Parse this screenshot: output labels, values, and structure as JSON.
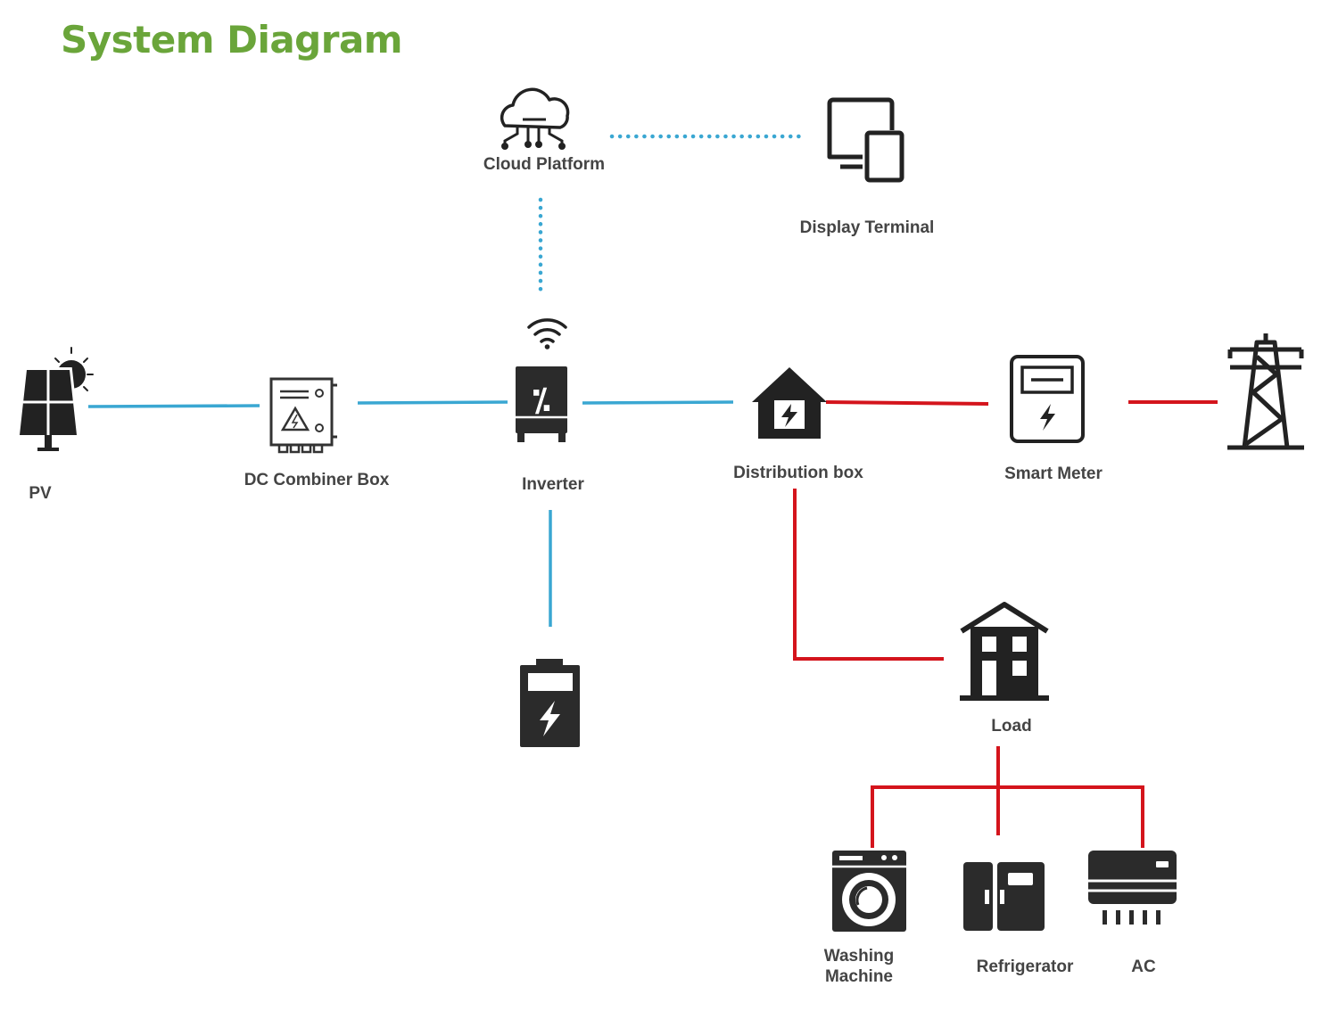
{
  "title": "System Diagram",
  "colors": {
    "title": "#6aa53a",
    "dc_line": "#3aa7d2",
    "ac_line": "#d4141c",
    "data_link": "#3aa7d2",
    "icon": "#222222",
    "label": "#444444"
  },
  "nodes": {
    "pv": {
      "label": "PV",
      "icon": "solar-panel-icon"
    },
    "combiner": {
      "label": "DC Combiner Box",
      "icon": "combiner-box-icon"
    },
    "inverter": {
      "label": "Inverter",
      "icon": "inverter-icon"
    },
    "cloud": {
      "label": "Cloud Platform",
      "icon": "cloud-icon"
    },
    "display": {
      "label": "Display Terminal",
      "icon": "devices-icon"
    },
    "distribution": {
      "label": "Distribution box",
      "icon": "distribution-house-icon"
    },
    "meter": {
      "label": "Smart Meter",
      "icon": "meter-icon"
    },
    "grid": {
      "label": "",
      "icon": "power-tower-icon"
    },
    "battery": {
      "label": "",
      "icon": "battery-icon"
    },
    "load": {
      "label": "Load",
      "icon": "building-icon"
    },
    "washer": {
      "label_line1": "Washing",
      "label_line2": "Machine",
      "icon": "washing-machine-icon"
    },
    "fridge": {
      "label": "Refrigerator",
      "icon": "refrigerator-icon"
    },
    "ac": {
      "label": "AC",
      "icon": "air-conditioner-icon"
    }
  }
}
